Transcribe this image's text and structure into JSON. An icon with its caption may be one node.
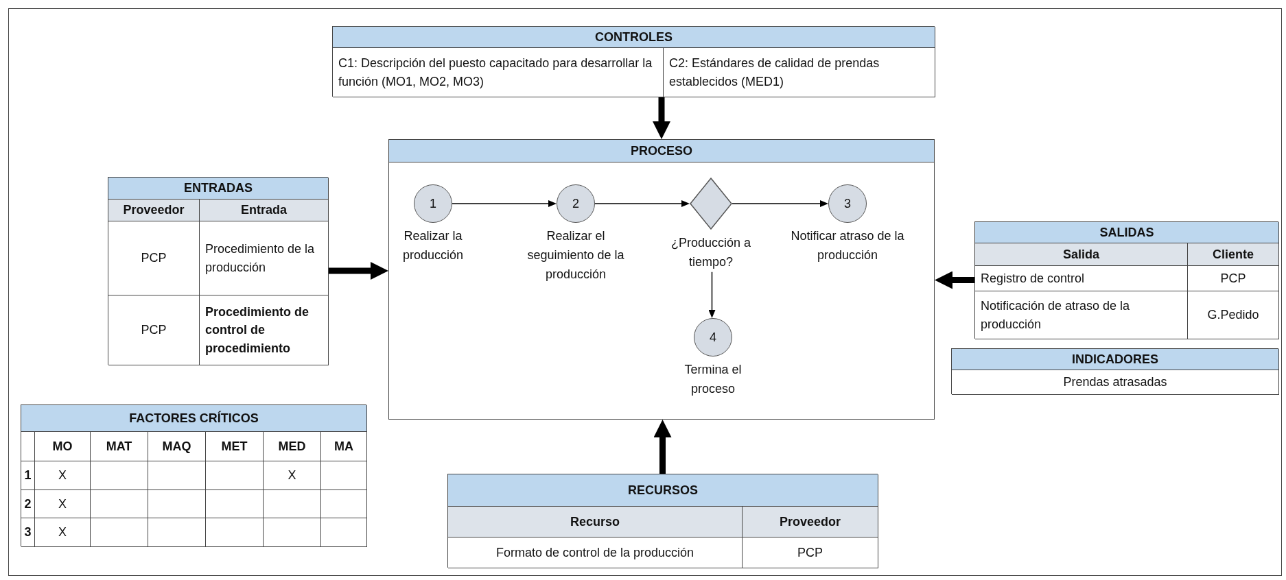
{
  "diagram": {
    "nodes": [
      {
        "text": [
          "CONTROLES",
          "C1:  Descripción del puesto capacitado para desarrollar la función (MO1, MO2, MO3)",
          "C2: Estándares de calidad de prendas establecidos (MED1)"
        ]
      },
      {
        "text": [
          "ENTRADAS",
          "Proveedor",
          "Entrada",
          "PCP",
          "Procedimiento de la producción",
          "PCP",
          "Procedimiento de control de procedimiento"
        ]
      },
      {
        "text": [
          "PROCESO"
        ]
      },
      {
        "text": [
          "1"
        ],
        "beside": [
          "Realizar la producción"
        ],
        "in": 2
      },
      {
        "text": [
          "2"
        ],
        "beside": [
          "Realizar el seguimiento de la producción"
        ],
        "in": 2
      },
      {
        "text": [],
        "shape": "diamond",
        "beside": [
          "¿Producción a tiempo?"
        ],
        "in": 2
      },
      {
        "text": [
          "3"
        ],
        "beside": [
          "Notificar atraso de la producción"
        ],
        "in": 2
      },
      {
        "text": [
          "4"
        ],
        "beside": [
          "Termina el proceso"
        ],
        "in": 2
      },
      {
        "text": [
          "SALIDAS",
          "Salida",
          "Cliente",
          "Registro de control",
          "PCP",
          "Notificación de atraso de la producción",
          "G.Pedido"
        ]
      },
      {
        "text": [
          "INDICADORES",
          "Prendas atrasadas"
        ]
      },
      {
        "text": [
          "FACTORES CRÍTICOS",
          "MO",
          "MAT",
          "MAQ",
          "MET",
          "MED",
          "MA",
          "1",
          "X",
          "X",
          "2",
          "X",
          "3",
          "X"
        ]
      },
      {
        "text": [
          "RECURSOS",
          "Recurso",
          "Proveedor",
          "Formato de control de la producción",
          "PCP"
        ]
      }
    ],
    "edges": [
      {
        "from": 3,
        "to": 4,
        "arrow": "to"
      },
      {
        "from": 4,
        "to": 5,
        "arrow": "to"
      },
      {
        "from": 5,
        "to": 6,
        "arrow": "to"
      },
      {
        "from": 5,
        "to": 7,
        "arrow": "to"
      },
      {
        "from": 0,
        "to": 2,
        "arrow": "to",
        "style": "thick"
      },
      {
        "from": 1,
        "to": 2,
        "arrow": "to",
        "style": "thick"
      },
      {
        "from": 8,
        "to": 2,
        "arrow": "to",
        "style": "thick"
      },
      {
        "from": 11,
        "to": 2,
        "arrow": "to",
        "style": "thick"
      }
    ]
  }
}
